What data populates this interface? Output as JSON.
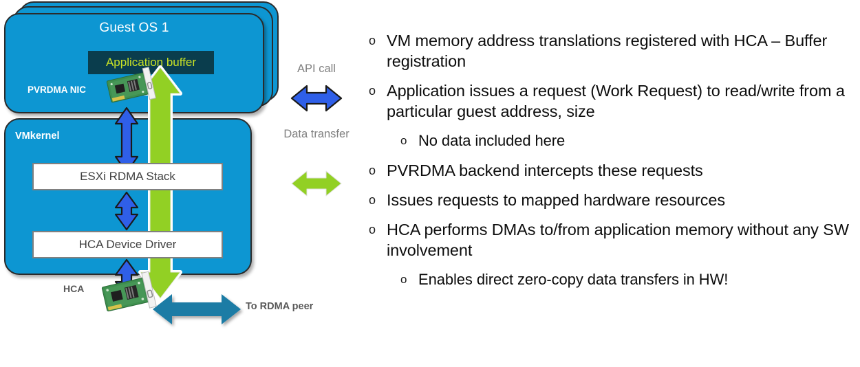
{
  "diagram": {
    "guest_os": {
      "title": "Guest OS 1",
      "stack_count": 3,
      "app_buffer_label": "Application buffer",
      "nic_label": "PVRDMA NIC"
    },
    "vmkernel": {
      "title": "VMkernel",
      "boxes": [
        {
          "label": "ESXi RDMA Stack"
        },
        {
          "label": "HCA Device Driver"
        }
      ]
    },
    "hardware": {
      "hca_label": "HCA",
      "peer_label": "To RDMA peer"
    },
    "legend": [
      {
        "label": "API call",
        "color": "#2255e0",
        "icon": "double-arrow-horizontal-icon"
      },
      {
        "label": "Data transfer",
        "color": "#92d024",
        "icon": "double-arrow-horizontal-icon"
      }
    ],
    "colors": {
      "guest_fill": "#0d96d2",
      "vmkernel_fill": "#0d96d2",
      "app_buffer_fill": "#0a3d4d",
      "app_buffer_text": "#c9e226",
      "api_arrow": "#2255e0",
      "data_arrow": "#92d024",
      "peer_arrow": "#1b7ba5",
      "inner_box_fill": "#ffffff",
      "inner_box_border": "#808080",
      "outline": "#2b2b2b",
      "label_gray": "#595959",
      "legend_gray": "#808080"
    }
  },
  "bullets": [
    {
      "level": 1,
      "marker": "o",
      "text": "VM memory address translations registered with HCA – Buffer registration"
    },
    {
      "level": 1,
      "marker": "o",
      "text": "Application issues a request (Work Request) to read/write from a particular guest address, size"
    },
    {
      "level": 2,
      "marker": "o",
      "text": "No data included here"
    },
    {
      "level": 1,
      "marker": "o",
      "text": "PVRDMA backend intercepts these requests"
    },
    {
      "level": 1,
      "marker": "o",
      "text": "Issues requests to mapped hardware resources"
    },
    {
      "level": 1,
      "marker": "o",
      "text": "HCA performs DMAs to/from application memory without any SW involvement"
    },
    {
      "level": 2,
      "marker": "o",
      "text": "Enables direct zero-copy data transfers in HW!"
    }
  ]
}
